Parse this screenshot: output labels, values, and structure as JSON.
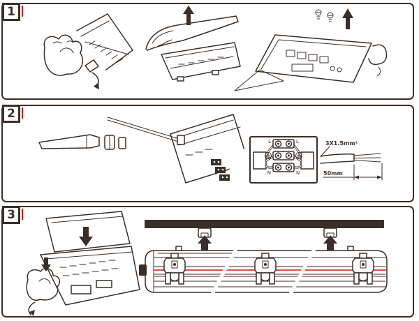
{
  "page": {
    "background": "#ffffff",
    "type": "installation-instruction-sheet"
  },
  "colors": {
    "ink": "#3a2f28",
    "accent_red": "#cc1a0f",
    "dark_red": "#7e1b12",
    "panel_background": "#ffffff"
  },
  "icons": {
    "up-arrow-icon": "▲",
    "down-arrow-icon": "▼",
    "curved-arrow-icon": "↷",
    "screw-icon": "⊕",
    "hand-icon": "✋",
    "earth-ground-icon": "⏚",
    "ceiling-rail-icon": "▬",
    "break-line-icon": "/"
  },
  "steps": [
    {
      "number": "1"
    },
    {
      "number": "2",
      "inset": {
        "live_left": "L",
        "live_right": "L",
        "neutral_left": "N",
        "neutral_right": "N"
      },
      "cable_spec": "3X1.5mm²",
      "strip_length": "50mm"
    },
    {
      "number": "3"
    }
  ]
}
